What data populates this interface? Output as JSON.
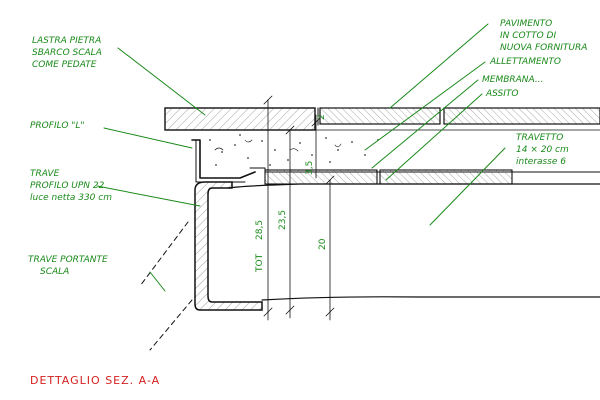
{
  "labels": {
    "lastra": [
      "LASTRA PIETRA",
      "SBARCO SCALA",
      "COME PEDATE"
    ],
    "profilo_l": "PROFILO \"L\"",
    "trave": [
      "TRAVE",
      "PROFILO UPN 22",
      "luce netta 330 cm"
    ],
    "trave_portante": [
      "TRAVE PORTANTE",
      "SCALA"
    ],
    "pavimento": [
      "PAVIMENTO",
      "IN COTTO DI",
      "NUOVA FORNITURA"
    ],
    "allettamento": "ALLETTAMENTO",
    "membrana": "MEMBRANA...",
    "assito": "ASSITO",
    "travetto": [
      "TRAVETTO",
      "14 × 20 cm",
      "interasse 6"
    ]
  },
  "dimensions": {
    "tot": "TOT",
    "d1": "28,5",
    "d2": "23,5",
    "d3": "20",
    "d4": "3,5",
    "d5": "2"
  },
  "title": "DETTAGLIO SEZ. A-A",
  "colors": {
    "ink": "#111111",
    "labels": "#1a8a1a",
    "title": "#d42020"
  }
}
